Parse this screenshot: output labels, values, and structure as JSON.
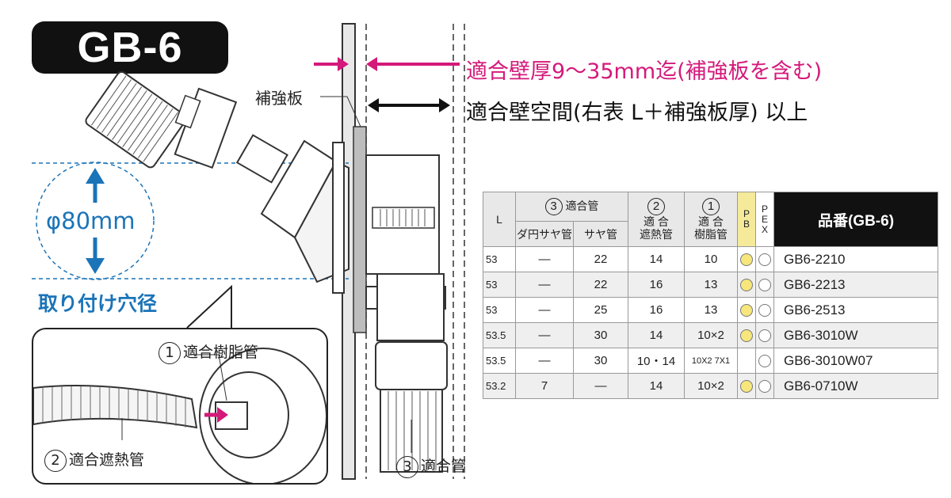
{
  "badge": "GB-6",
  "labels": {
    "wall_thickness": "適合壁厚9〜35mm迄(補強板を含む)",
    "wall_space": "適合壁空間(右表 L＋補強板厚) 以上",
    "reinforcement": "補強板",
    "diameter": "φ80mm",
    "hole": "取り付け穴径",
    "resin_pipe": "適合樹脂管",
    "heat_pipe": "適合遮熱管",
    "pipe": "適合管"
  },
  "circles": {
    "one": "1",
    "two": "2",
    "three": "3"
  },
  "colors": {
    "magenta": "#d4197a",
    "blue": "#1b74b8",
    "yellow": "#f6e67c"
  },
  "table": {
    "h_L": "L",
    "h_group3": "適合管",
    "h_tanen": "ダ円サヤ管",
    "h_saya": "サヤ管",
    "h_heat": "適 合\n遮熱管",
    "h_resin": "適 合\n樹脂管",
    "h_pb": "P\nB",
    "h_pex": "P\nE\nX",
    "h_model": "品番(GB-6)",
    "rows": [
      {
        "L": "53",
        "tanen": "—",
        "saya": "22",
        "heat": "14",
        "resin": "10",
        "pb": true,
        "pex": true,
        "model": "GB6-2210"
      },
      {
        "L": "53",
        "tanen": "—",
        "saya": "22",
        "heat": "16",
        "resin": "13",
        "pb": true,
        "pex": true,
        "model": "GB6-2213"
      },
      {
        "L": "53",
        "tanen": "—",
        "saya": "25",
        "heat": "16",
        "resin": "13",
        "pb": true,
        "pex": true,
        "model": "GB6-2513"
      },
      {
        "L": "53.5",
        "tanen": "—",
        "saya": "30",
        "heat": "14",
        "resin": "10×2",
        "pb": true,
        "pex": true,
        "model": "GB6-3010W"
      },
      {
        "L": "53.5",
        "tanen": "—",
        "saya": "30",
        "heat": "10・14",
        "resin": "10X2 7X1",
        "pb": false,
        "pex": true,
        "model": "GB6-3010W07"
      },
      {
        "L": "53.2",
        "tanen": "7",
        "saya": "—",
        "heat": "14",
        "resin": "10×2",
        "pb": true,
        "pex": true,
        "model": "GB6-0710W"
      }
    ]
  }
}
